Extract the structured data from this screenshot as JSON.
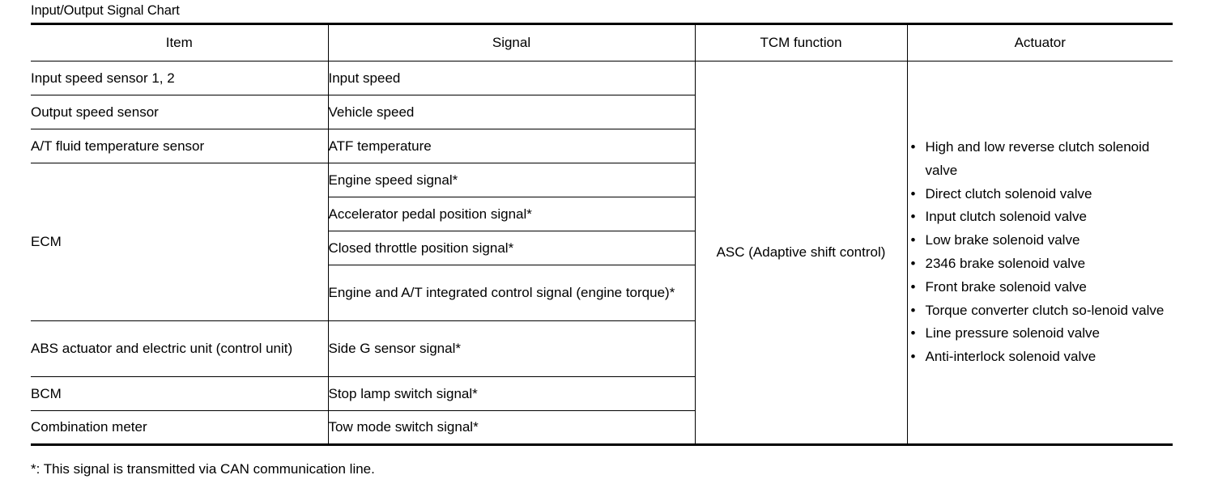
{
  "title": "Input/Output Signal Chart",
  "table": {
    "headers": {
      "item": "Item",
      "signal": "Signal",
      "tcm_function": "TCM function",
      "actuator": "Actuator"
    },
    "rows": [
      {
        "item": "Input speed sensor 1, 2",
        "signal": "Input speed"
      },
      {
        "item": "Output speed sensor",
        "signal": "Vehicle speed"
      },
      {
        "item": "A/T fluid temperature sensor",
        "signal": "ATF temperature"
      },
      {
        "item": "ECM",
        "signal": "Engine speed signal*"
      },
      {
        "item": "",
        "signal": "Accelerator pedal position signal*"
      },
      {
        "item": "",
        "signal": "Closed throttle position signal*"
      },
      {
        "item": "",
        "signal": "Engine and A/T integrated control signal (engine torque)*"
      },
      {
        "item": "ABS actuator and electric unit (control unit)",
        "signal": "Side G sensor signal*"
      },
      {
        "item": "BCM",
        "signal": "Stop lamp switch signal*"
      },
      {
        "item": "Combination meter",
        "signal": "Tow mode switch signal*"
      }
    ],
    "tcm_function_value": "ASC (Adaptive shift control)",
    "actuator_items": [
      "High and low reverse clutch solenoid valve",
      "Direct clutch solenoid valve",
      "Input clutch solenoid valve",
      "Low brake solenoid valve",
      "2346 brake solenoid valve",
      "Front brake solenoid valve",
      "Torque converter clutch so-lenoid valve",
      "Line pressure solenoid valve",
      "Anti-interlock solenoid valve"
    ],
    "bullet_glyph": "•"
  },
  "footnote": "*: This signal is transmitted via CAN communication line."
}
